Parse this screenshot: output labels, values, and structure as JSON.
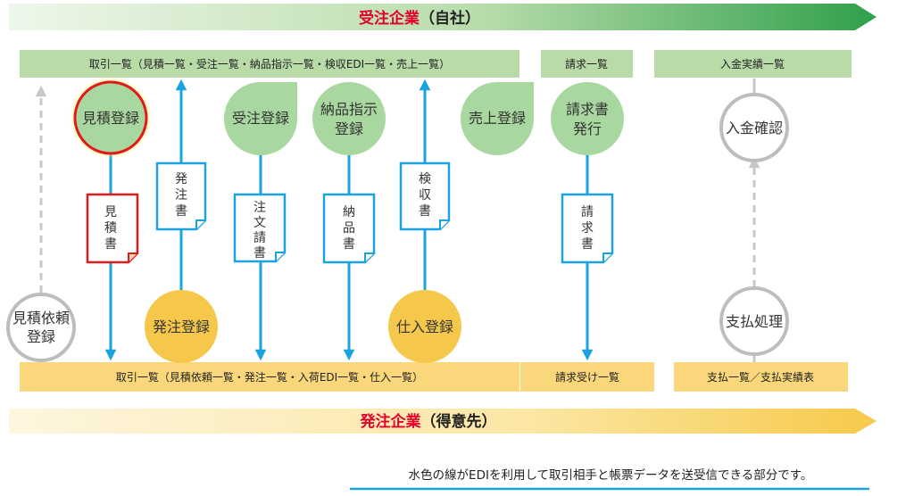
{
  "top_band": {
    "title_main": "受注企業",
    "title_sub": "（自社）",
    "main_color": "#e4002b"
  },
  "bottom_band": {
    "title_main": "発注企業",
    "title_sub": "（得意先）",
    "main_color": "#e4002b"
  },
  "top_bars": {
    "transactions": "取引一覧（見積一覧・受注一覧・納品指示一覧・検収EDI一覧・売上一覧）",
    "invoices": "請求一覧",
    "payments_received": "入金実績一覧"
  },
  "bottom_bars": {
    "transactions": "取引一覧（見積依頼一覧・発注一覧・入荷EDI一覧・仕入一覧）",
    "invoices_received": "請求受け一覧",
    "payments": "支払一覧／支払実績表"
  },
  "nodes": {
    "estimate_register": "見積登録",
    "order_register": "受注登録",
    "delivery_instruction": [
      "納品指示",
      "登録"
    ],
    "sales_register": "売上登録",
    "invoice_issue": [
      "請求書",
      "発行"
    ],
    "payment_confirm": "入金確認",
    "estimate_request": [
      "見積依頼",
      "登録"
    ],
    "purchase_order_register": "発注登録",
    "purchase_register": "仕入登録",
    "payment_process": "支払処理"
  },
  "documents": {
    "estimate_doc": [
      "見",
      "積",
      "書"
    ],
    "purchase_order_doc": [
      "発",
      "注",
      "書"
    ],
    "order_confirmation_doc": [
      "注",
      "文",
      "請",
      "書"
    ],
    "delivery_doc": [
      "納",
      "品",
      "書"
    ],
    "inspection_doc": [
      "検",
      "収",
      "書"
    ],
    "invoice_doc": [
      "請",
      "求",
      "書"
    ]
  },
  "note": "水色の線がEDIを利用して取引相手と帳票データを送受信できる部分です。",
  "colors": {
    "edi_line": "#1aa3e0",
    "green_node": "#a9d7a0",
    "yellow_node": "#f5c84c",
    "top_bar_fill": "#b8dba8",
    "bottom_bar_fill": "#f9d77a",
    "highlight_red": "#e01b1b",
    "gray_line": "#bdbdbd"
  }
}
